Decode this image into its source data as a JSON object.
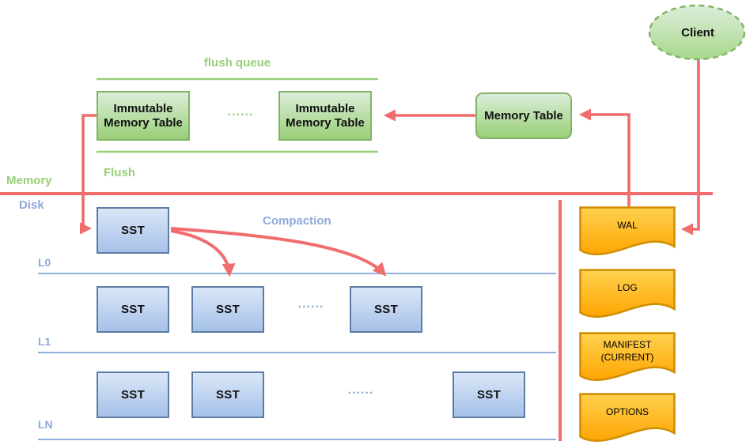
{
  "colors": {
    "red_line": "#f16c6c",
    "green_fill_top": "#dcedda",
    "green_fill_bottom": "#9ad077",
    "green_stroke": "#82b366",
    "green_text": "#97d077",
    "blue_fill_top": "#dae7f8",
    "blue_fill_bottom": "#a6c1e8",
    "blue_stroke": "#5d7ca3",
    "blue_text": "#8ea9dc",
    "orange_fill_top": "#ffd24f",
    "orange_fill_bottom": "#ffa502",
    "orange_stroke": "#cf8d00"
  },
  "client": {
    "label": "Client"
  },
  "memory": {
    "flush_queue_label": "flush queue",
    "immutable_table_1": "Immutable Memory Table",
    "immutable_table_2": "Immutable Memory Table",
    "queue_dots": "......",
    "memory_table": "Memory Table",
    "flush_label": "Flush",
    "memory_label": "Memory"
  },
  "disk": {
    "disk_label": "Disk",
    "compaction_label": "Compaction",
    "levels": [
      {
        "name": "L0",
        "ssts": [
          "SST"
        ]
      },
      {
        "name": "L1",
        "ssts": [
          "SST",
          "SST",
          "SST"
        ],
        "dots": "......"
      },
      {
        "name": "LN",
        "ssts": [
          "SST",
          "SST",
          "SST"
        ],
        "dots": "......"
      }
    ]
  },
  "files": [
    {
      "label": "WAL"
    },
    {
      "label": "LOG"
    },
    {
      "label": "MANIFEST (CURRENT)"
    },
    {
      "label": "OPTIONS"
    }
  ]
}
